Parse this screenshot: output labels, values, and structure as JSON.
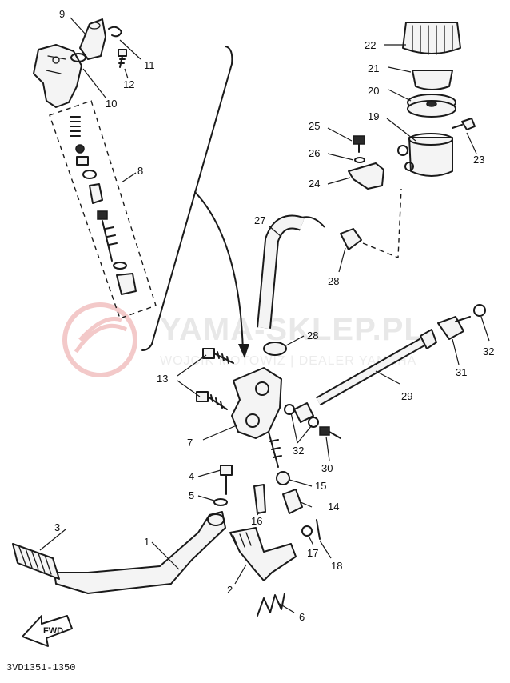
{
  "watermark": {
    "brand": "YAMA-SKLEP.PL",
    "subtitle": "WOJCIK MOTOWIZ | DEALER YAMAHA",
    "logo_color": "#f3c9c9"
  },
  "diagram_code": "3VD1351-1350",
  "fwd_label": "FWD",
  "callouts": {
    "c1": "1",
    "c2": "2",
    "c3": "3",
    "c4": "4",
    "c5": "5",
    "c6": "6",
    "c7": "7",
    "c8": "8",
    "c9": "9",
    "c10": "10",
    "c11": "11",
    "c12": "12",
    "c13": "13",
    "c14": "14",
    "c15": "15",
    "c16": "16",
    "c17": "17",
    "c18": "18",
    "c19": "19",
    "c20": "20",
    "c21": "21",
    "c22": "22",
    "c23": "23",
    "c24": "24",
    "c25": "25",
    "c26": "26",
    "c27": "27",
    "c28a": "28",
    "c28b": "28",
    "c29": "29",
    "c30": "30",
    "c31": "31",
    "c32a": "32",
    "c32b": "32"
  }
}
